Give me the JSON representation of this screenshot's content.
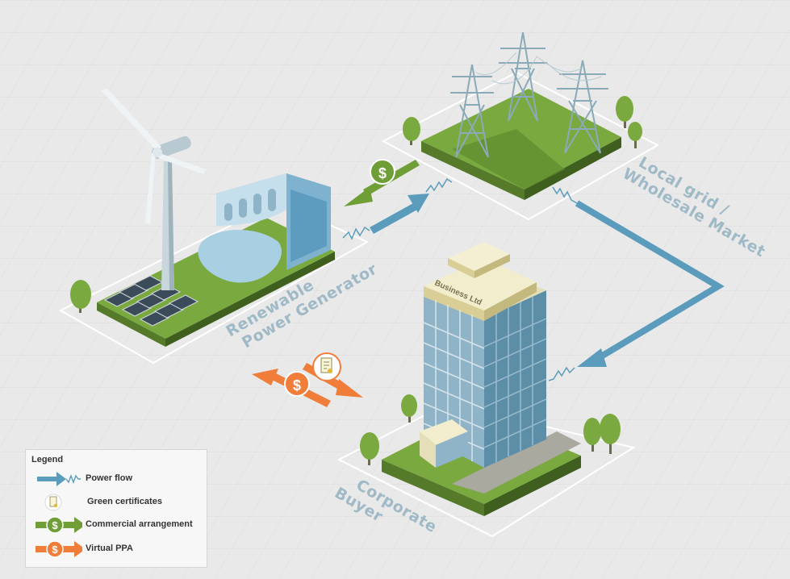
{
  "labels": {
    "generator": [
      "Renewable",
      "Power Generator"
    ],
    "grid": [
      "Local grid /",
      "Wholesale Market"
    ],
    "buyer": [
      "Corporate",
      "Buyer"
    ],
    "building_sign": "Business Ltd"
  },
  "legend": {
    "title": "Legend",
    "items": [
      {
        "label": "Power flow",
        "icon": "power-flow-arrow"
      },
      {
        "label": "Green certificates",
        "icon": "certificate-icon"
      },
      {
        "label": "Commercial arrangement",
        "icon": "dollar-arrow-green"
      },
      {
        "label": "Virtual PPA",
        "icon": "dollar-arrow-orange"
      }
    ]
  },
  "symbols": {
    "currency": "$"
  },
  "colors": {
    "power_flow": "#5b9cbc",
    "commercial": "#6e9e35",
    "virtual_ppa": "#f07d3a",
    "grass": "#79a93f",
    "building_glass": "#8fb4c8",
    "label": "#9fbac6"
  }
}
